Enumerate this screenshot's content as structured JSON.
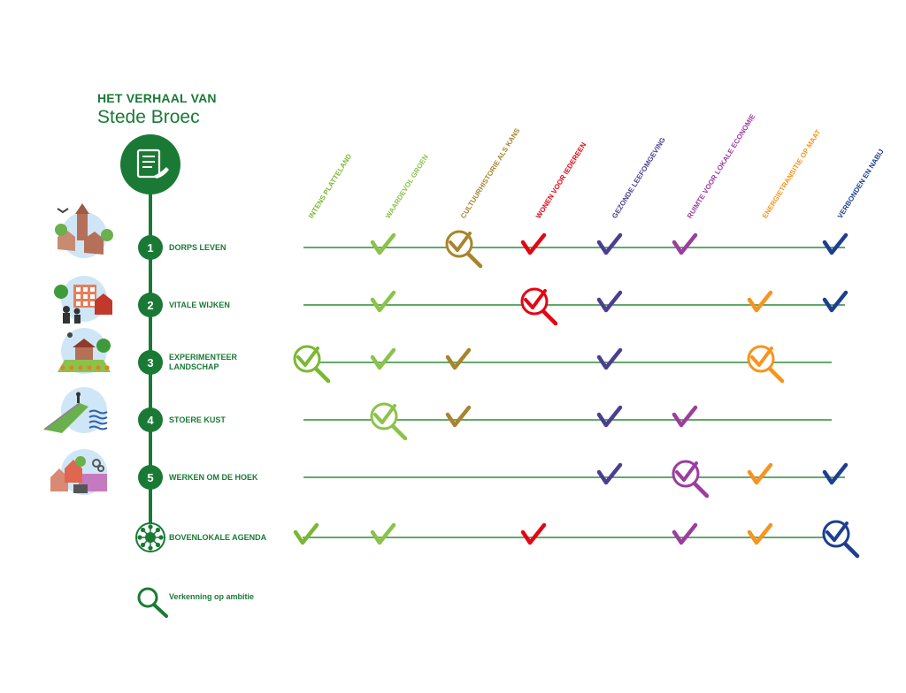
{
  "title": {
    "line1": "HET VERHAAL VAN",
    "line2": "Stede Broec"
  },
  "columns": [
    {
      "label": "INTENS PLATTELAND",
      "color": "#7ab833"
    },
    {
      "label": "WAARDEVOL GROEN",
      "color": "#8bc34a"
    },
    {
      "label": "CULTUURHISTORIE ALS KANS",
      "color": "#a8842c"
    },
    {
      "label": "WONEN VOOR IEDEREEN",
      "color": "#e30613"
    },
    {
      "label": "GEZONDE LEEFOMGEVING",
      "color": "#4a3f8f"
    },
    {
      "label": "RUIMTE VOOR LOKALE ECONOMIE",
      "color": "#9b3d9e"
    },
    {
      "label": "ENERGIETRANSITIE OP MAAT",
      "color": "#f7941d"
    },
    {
      "label": "VERBONDEN EN NABIJ",
      "color": "#1d3f8f"
    }
  ],
  "rows": [
    {
      "number": "1",
      "label": "DORPS LEVEN",
      "icon": "village-icon",
      "cells": [
        "",
        "check",
        "explore",
        "check",
        "check",
        "check",
        "",
        "check"
      ]
    },
    {
      "number": "2",
      "label": "VITALE WIJKEN",
      "icon": "neighbourhood-icon",
      "cells": [
        "",
        "check",
        "",
        "explore",
        "check",
        "",
        "check",
        "check"
      ]
    },
    {
      "number": "3",
      "label": "EXPERIMENTEER\nLANDSCHAP",
      "icon": "landscape-icon",
      "cells": [
        "explore",
        "check",
        "check",
        "",
        "check",
        "",
        "explore",
        ""
      ]
    },
    {
      "number": "4",
      "label": "STOERE KUST",
      "icon": "coast-icon",
      "cells": [
        "",
        "explore",
        "check",
        "",
        "check",
        "check",
        "",
        ""
      ]
    },
    {
      "number": "5",
      "label": "WERKEN OM DE HOEK",
      "icon": "work-icon",
      "cells": [
        "",
        "",
        "",
        "",
        "check",
        "explore",
        "check",
        "check"
      ]
    },
    {
      "number": "",
      "label": "BOVENLOKALE AGENDA",
      "icon": "network-icon",
      "cells": [
        "check",
        "check",
        "",
        "check",
        "",
        "check",
        "check",
        "explore"
      ]
    }
  ],
  "legend": {
    "label": "Verkenning op ambitie",
    "icon": "magnifier-icon"
  },
  "colors": {
    "brand_green": "#1a7a35",
    "line_green": "#2e8b3a"
  }
}
